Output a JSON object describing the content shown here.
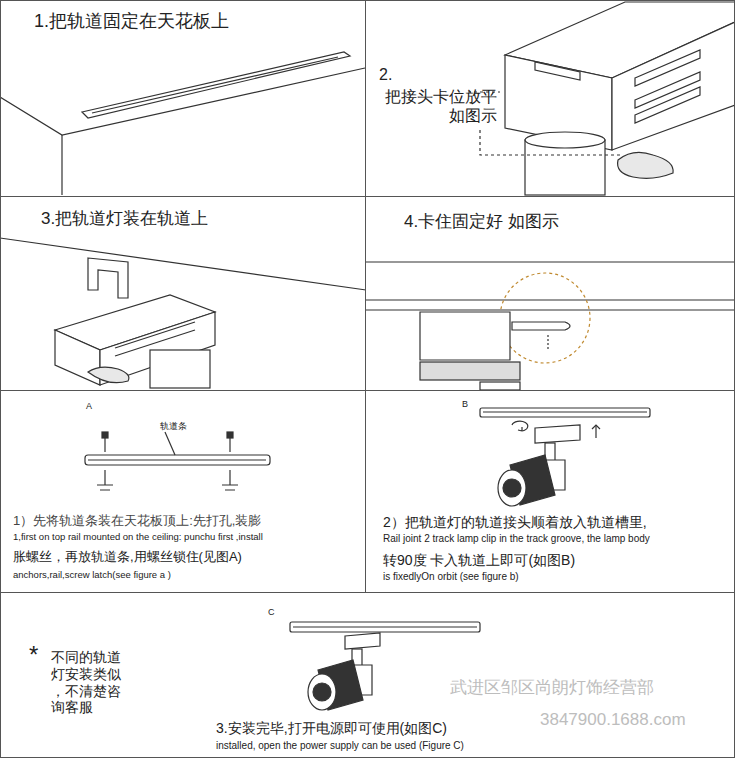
{
  "diagram": {
    "nodes": [
      {
        "text": [
          "1.把轨道固定在天花板上"
        ]
      },
      {
        "text": [
          "2.",
          "把接头卡位放平 如图示"
        ]
      },
      {
        "text": [
          "3.把轨道灯装在轨道上"
        ]
      },
      {
        "text": [
          "4.卡住固定好 如图示"
        ]
      },
      {
        "text": [
          "1）先将轨道条装在天花板顶上:先打孔,装膨",
          "1,first on top rail mounted on the ceiling: punchu first ,install",
          "胀螺丝，再放轨道条,用螺丝锁住(见图A)",
          "anchors,rail,screw latch(see figure a )"
        ]
      },
      {
        "text": [
          "2）把轨道灯的轨道接头顺着放入轨道槽里,",
          "Rail joint 2 track lamp clip in the track groove, the lamp body",
          "转90度 卡入轨道上即可(如图B)",
          "is fixedlyOn orbit (see figure b)"
        ]
      },
      {
        "text": [
          "*",
          "不同的轨道 灯安装类似 ，不清楚咨 询客服",
          "3.安装完毕,打开电源即可使用(如图C)",
          "installed, open the power supply can be used (Figure C)"
        ]
      }
    ],
    "labels": [
      "A",
      "轨道条",
      "B",
      "C",
      "武进区邹区尚朗灯饰经营部",
      "3847900.1688.com"
    ]
  }
}
